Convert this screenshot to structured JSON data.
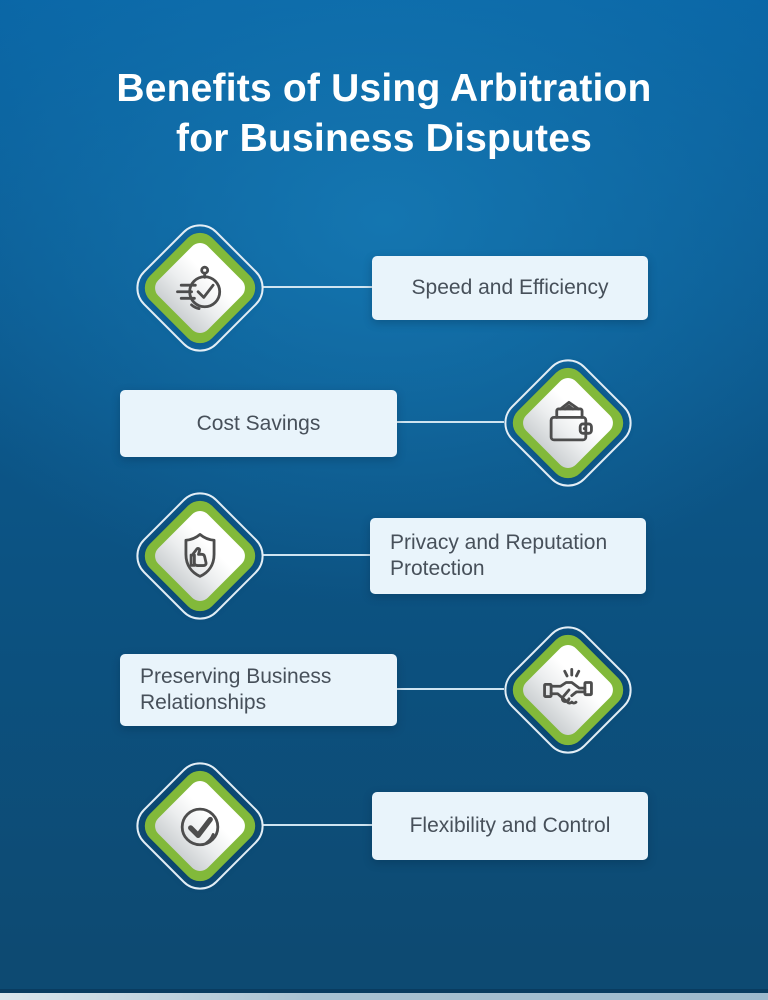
{
  "title": {
    "line1": "Benefits of Using Arbitration",
    "line2": "for Business Disputes"
  },
  "items": [
    {
      "label": "Speed and Efficiency",
      "icon": "stopwatch-speed-icon",
      "icon_side": "left"
    },
    {
      "label": "Cost Savings",
      "icon": "wallet-icon",
      "icon_side": "right"
    },
    {
      "label": "Privacy and Reputation Protection",
      "icon": "shield-thumbs-up-icon",
      "icon_side": "left"
    },
    {
      "label": "Preserving Business Relationships",
      "icon": "handshake-icon",
      "icon_side": "right"
    },
    {
      "label": "Flexibility and Control",
      "icon": "check-circle-icon",
      "icon_side": "left"
    }
  ],
  "colors": {
    "background_top": "#0a66a6",
    "background_bottom": "#0d4a72",
    "diamond_green": "#82b93a",
    "diamond_ring": "#e9f4fb",
    "label_box_bg": "#e9f4fb",
    "label_text": "#47505a",
    "title_text": "#ffffff",
    "icon_stroke": "#4d4d4d",
    "connector_line": "#cfe4f1",
    "bottom_edge_light": "#a9c2d2"
  }
}
